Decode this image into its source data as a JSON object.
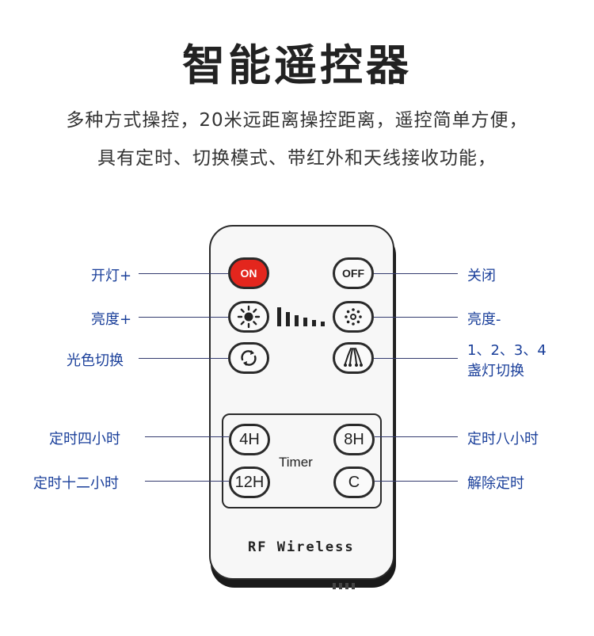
{
  "title": "智能遥控器",
  "description": {
    "line1": "多种方式操控，20米远距离操控距离，遥控简单方便，",
    "line2": "具有定时、切换模式、带红外和天线接收功能，"
  },
  "remote": {
    "buttons": {
      "on": "ON",
      "off": "OFF",
      "h4": "4H",
      "h8": "8H",
      "h12": "12H",
      "clear": "C"
    },
    "timer_label": "Timer",
    "brand": "RF Wireless",
    "colors": {
      "on_button": "#e3261d",
      "label_text": "#1a3f9a"
    }
  },
  "labels": {
    "on": "开灯+",
    "off": "关闭",
    "brightness_up": "亮度+",
    "brightness_down": "亮度-",
    "color_switch": "光色切换",
    "lamp_switch_line1": "1、2、3、4",
    "lamp_switch_line2": "盏灯切换",
    "timer_4h": "定时四小时",
    "timer_8h": "定时八小时",
    "timer_12h": "定时十二小时",
    "timer_clear": "解除定时"
  }
}
